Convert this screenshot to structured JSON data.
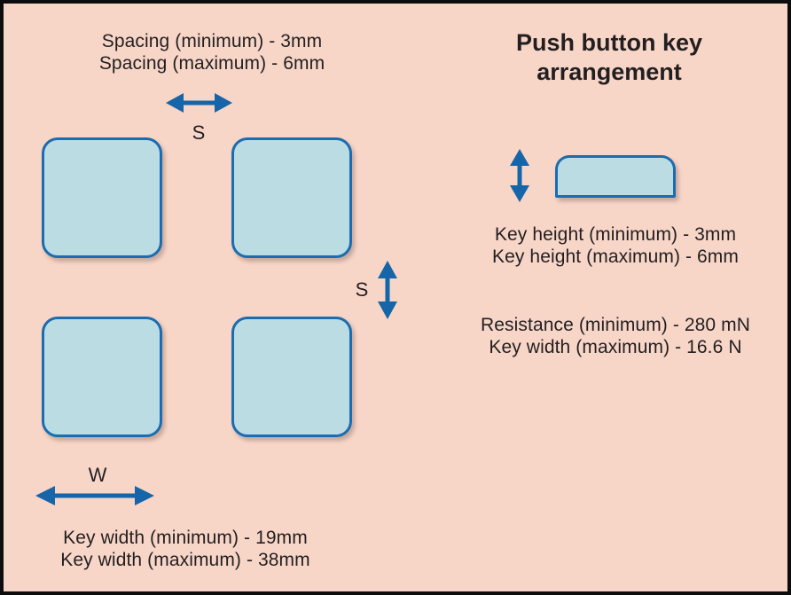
{
  "diagram": {
    "title_line1": "Push button key",
    "title_line2": "arrangement",
    "background_color": "#f7d6c8",
    "key_fill_color": "#bcdce4",
    "key_stroke_color": "#1b6cb0",
    "arrow_color": "#1565a8",
    "text_color": "#231f20",
    "frame_color": "#0d0d0d"
  },
  "spacing": {
    "label_min": "Spacing (minimum) - 3mm",
    "label_max": "Spacing (maximum) - 6mm",
    "horizontal_symbol": "S",
    "vertical_symbol": "S"
  },
  "key_width": {
    "symbol": "W",
    "label_min": "Key width (minimum) - 19mm",
    "label_max": "Key width (maximum) - 38mm"
  },
  "key_height": {
    "label_min": "Key height (minimum) - 3mm",
    "label_max": "Key height (maximum) - 6mm"
  },
  "force": {
    "label_resistance_min": "Resistance (minimum) - 280 mN",
    "label_keywidth_max": "Key width (maximum) - 16.6 N"
  },
  "keys": [
    {
      "id": "key-top-left"
    },
    {
      "id": "key-top-right"
    },
    {
      "id": "key-bottom-left"
    },
    {
      "id": "key-bottom-right"
    }
  ]
}
